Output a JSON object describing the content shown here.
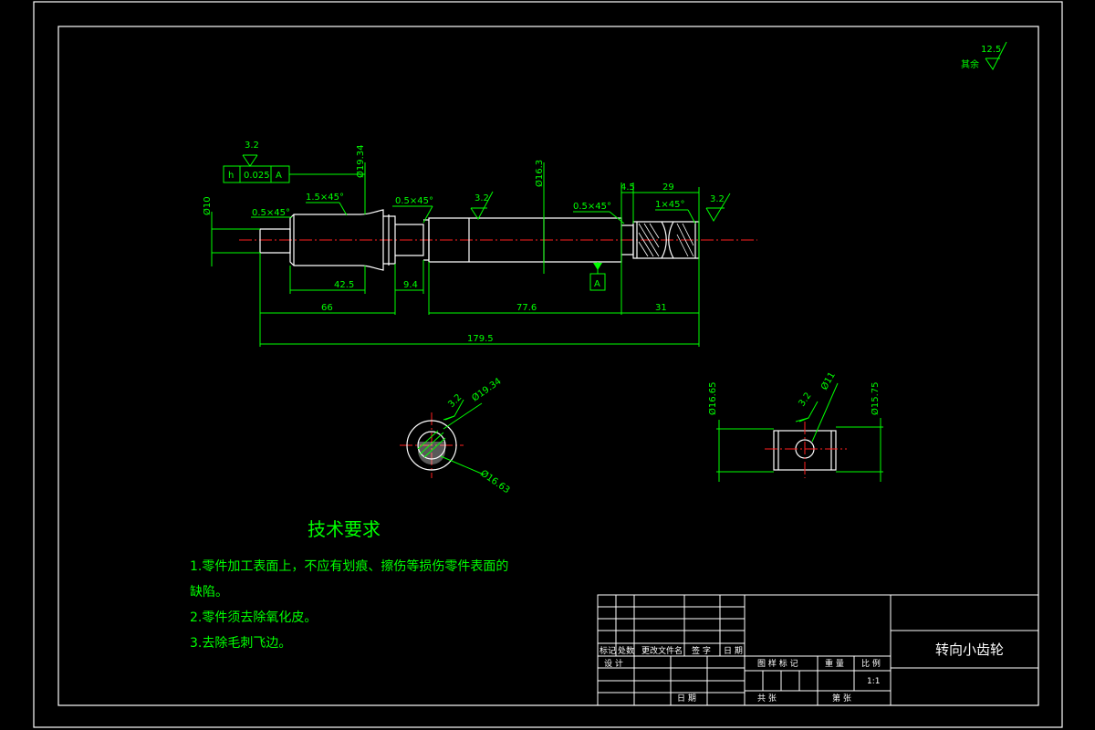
{
  "surface_other": {
    "label": "其余",
    "value": "12.5"
  },
  "left_view": {
    "tolerance": {
      "symbol": "h",
      "value": "0.025",
      "datum": "A"
    },
    "roughness_top": "3.2",
    "chamfer_1": "0.5×45°",
    "chamfer_2": "1.5×45°",
    "chamfer_3": "0.5×45°",
    "chamfer_4": "0.5×45°",
    "chamfer_5": "1×45°",
    "roughness_mid": "3.2",
    "roughness_right": "3.2",
    "dia_10": "Ø10",
    "dia_19_34": "Ø19.34",
    "dia_16_3": "Ø16.3",
    "dim_4_5": "4.5",
    "dim_29": "29",
    "dim_42_5": "42.5",
    "dim_9_4": "9.4",
    "dim_66": "66",
    "dim_77_6": "77.6",
    "dim_31": "31",
    "dim_179_5": "179.5",
    "datum_label": "A"
  },
  "section_view": {
    "roughness": "3.2",
    "dia_outer": "Ø19.34",
    "dia_inner": "Ø16.63"
  },
  "side_view": {
    "dia_left": "Ø16.65",
    "roughness": "3.2",
    "hole": "Ø11",
    "dia_right": "Ø15.75"
  },
  "tech_requirements": {
    "title": "技术要求",
    "line1": "1.零件加工表面上，不应有划痕、擦伤等损伤零件表面的",
    "line1b": "缺陷。",
    "line2": "2.零件须去除氧化皮。",
    "line3": "3.去除毛刺飞边。"
  },
  "title_block": {
    "part_name": "转向小齿轮",
    "hdr_mark": "标记",
    "hdr_count": "处数",
    "hdr_doc": "更改文件名",
    "hdr_sign": "签 字",
    "hdr_date": "日 期",
    "design": "设 计",
    "stage": "图 样 标 记",
    "weight": "重 量",
    "scale": "比 例",
    "scale_value": "1:1",
    "date": "日 期",
    "sheets": "共    张",
    "sheet_no": "第    张"
  }
}
